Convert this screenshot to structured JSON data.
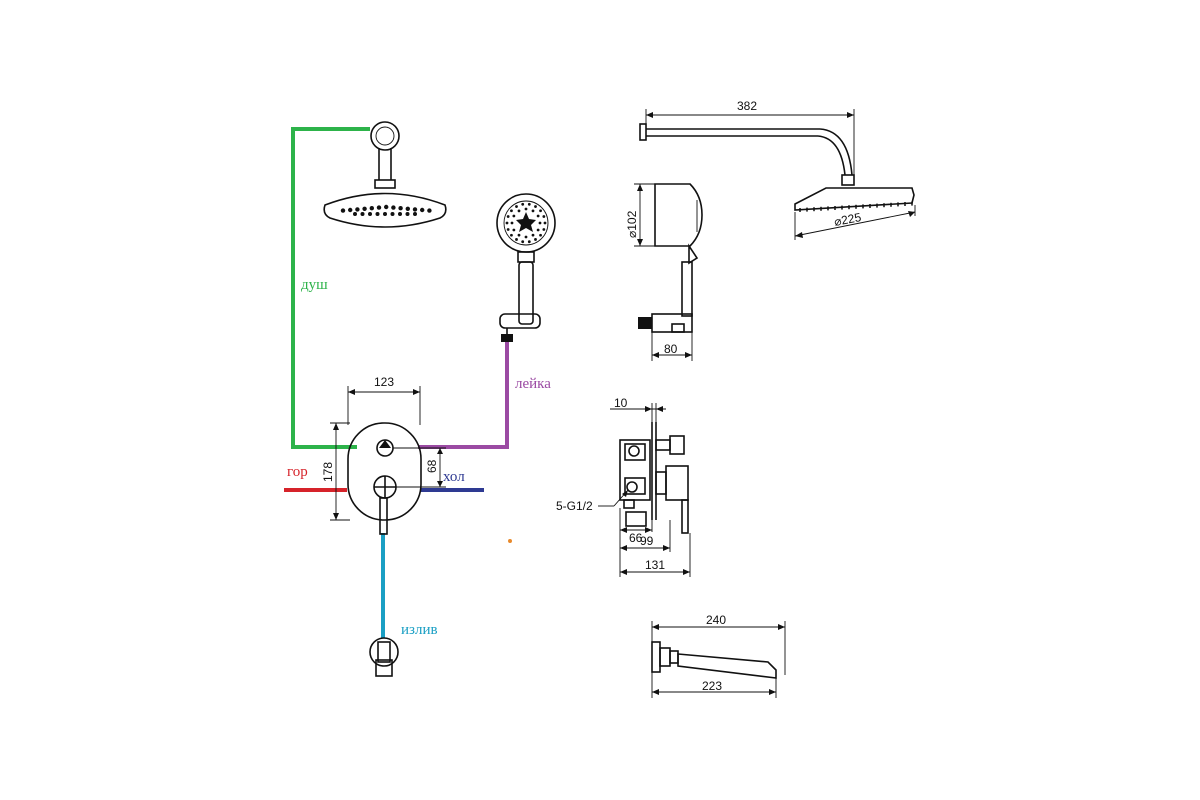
{
  "colors": {
    "shower": "#2db34a",
    "handshower": "#9b4aa3",
    "hot": "#d6232a",
    "cold": "#2e3a92",
    "spout": "#1a9fc4",
    "dot": "#e8892b"
  },
  "connections": {
    "shower_label": "душ",
    "handshower_label": "лейка",
    "hot_label": "гор",
    "cold_label": "хол",
    "spout_label": "излив"
  },
  "dimensions": {
    "mixer_width": "123",
    "mixer_height": "178",
    "mixer_axis": "68",
    "arm_length": "382",
    "head_diameter": "⌀225",
    "hand_diameter": "⌀102",
    "holder_width": "80",
    "plate_thickness": "10",
    "thread": "5-G1/2",
    "depth_66": "66",
    "depth_99": "99",
    "depth_131": "131",
    "spout_240": "240",
    "spout_223": "223"
  }
}
